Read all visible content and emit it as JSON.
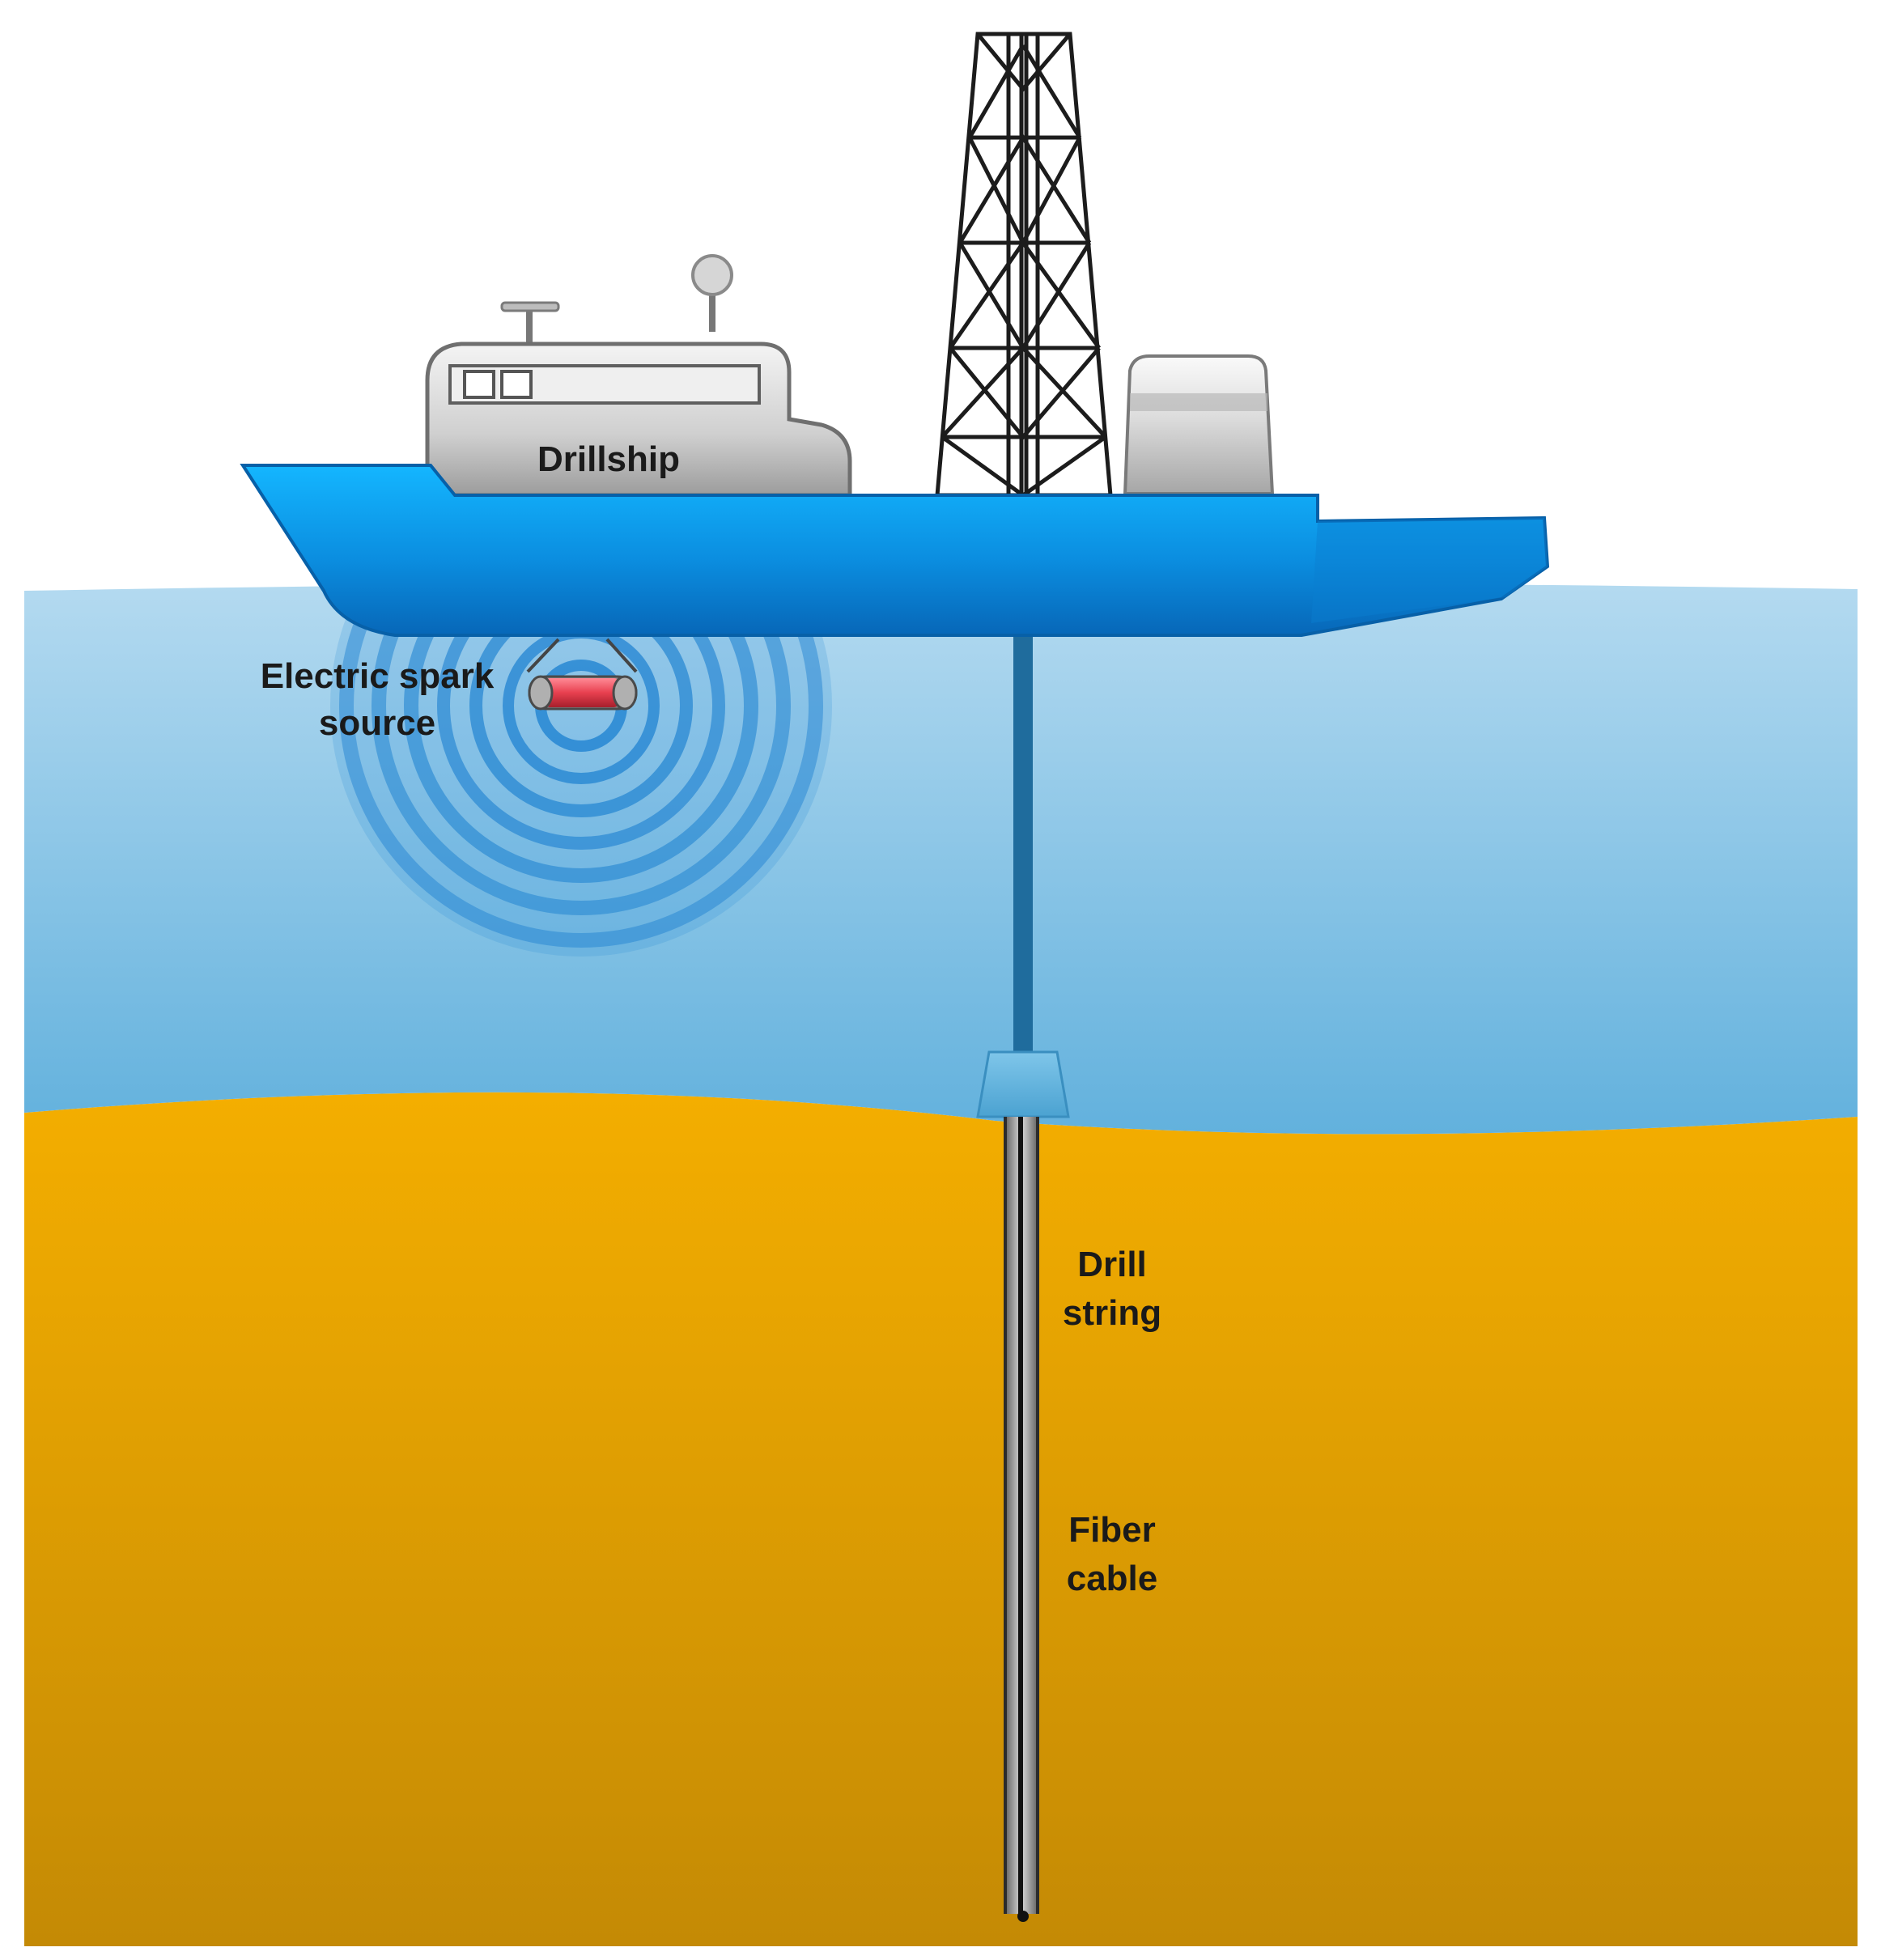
{
  "labels": {
    "drillship": "Drillship",
    "spark_source_line1": "Electric spark",
    "spark_source_line2": "source",
    "drill_string_line1": "Drill",
    "drill_string_line2": "string",
    "fiber_cable_line1": "Fiber",
    "fiber_cable_line2": "cable"
  },
  "colors": {
    "water_top": "#a9d3ec",
    "water_bottom": "#6cb6df",
    "seabed_top": "#f3ad00",
    "seabed_bottom": "#c88e00",
    "hull": "#0a8fe2",
    "spark_core": "#e8404f"
  }
}
